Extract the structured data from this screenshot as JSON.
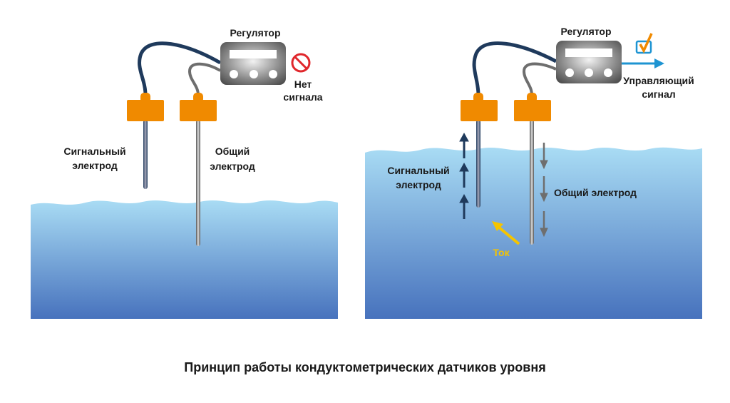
{
  "title": "Принцип работы кондуктометрических датчиков уровня",
  "left_panel": {
    "regulator_label": "Регулятор",
    "status_line1": "Нет",
    "status_line2": "сигнала",
    "status_icon": "no-entry-icon",
    "signal_electrode_line1": "Сигнальный",
    "signal_electrode_line2": "электрод",
    "common_electrode_line1": "Общий",
    "common_electrode_line2": "электрод"
  },
  "right_panel": {
    "regulator_label": "Регулятор",
    "output_line1": "Управляющий",
    "output_line2": "сигнал",
    "status_icon": "checkbox-checked-icon",
    "signal_electrode_line1": "Сигнальный",
    "signal_electrode_line2": "электрод",
    "common_electrode": "Общий электрод",
    "current_label": "Ток"
  },
  "colors": {
    "probe": "#f08a00",
    "water_top": "#a9dcf4",
    "water_bottom": "#4772bd",
    "signal_cable": "#1f3a5c",
    "common_cable": "#6e6e6e",
    "current": "#f5c400",
    "output": "#1e94d2",
    "no_signal": "#e0262b"
  }
}
